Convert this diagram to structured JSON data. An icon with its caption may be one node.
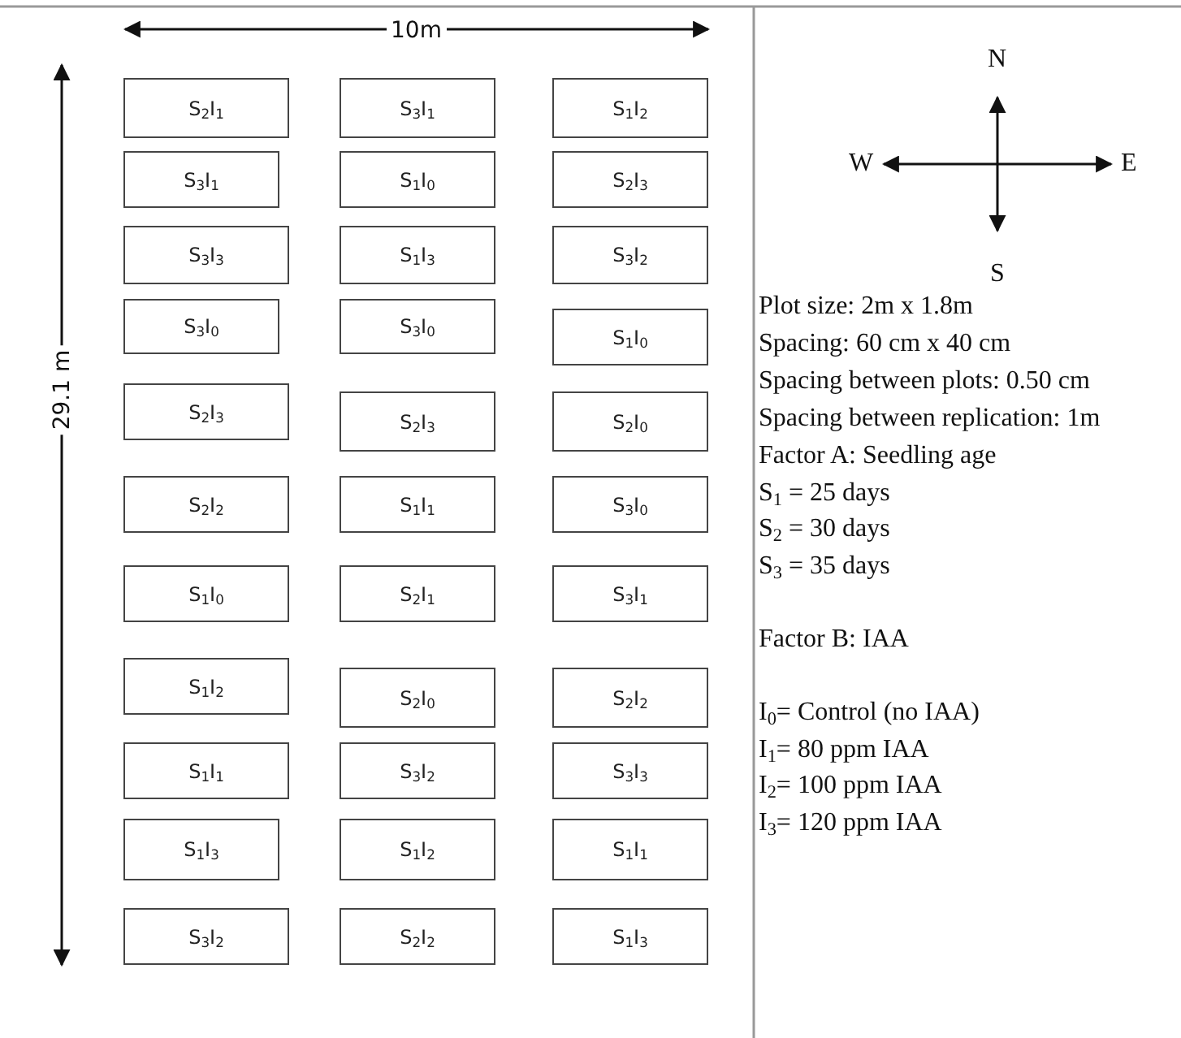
{
  "diagram": {
    "nodes": [
      {
        "text": [
          "S$_{2}$I$_{1}$"
        ]
      },
      {
        "text": [
          "S$_{3}$I$_{1}$"
        ]
      },
      {
        "text": [
          "S$_{1}$I$_{2}$"
        ]
      },
      {
        "text": [
          "S$_{3}$I$_{1}$"
        ]
      },
      {
        "text": [
          "S$_{1}$I$_{0}$"
        ]
      },
      {
        "text": [
          "S$_{2}$I$_{3}$"
        ]
      },
      {
        "text": [
          "S$_{3}$I$_{3}$"
        ]
      },
      {
        "text": [
          "S$_{1}$I$_{3}$"
        ]
      },
      {
        "text": [
          "S$_{3}$I$_{2}$"
        ]
      },
      {
        "text": [
          "S$_{3}$I$_{0}$"
        ]
      },
      {
        "text": [
          "S$_{3}$I$_{0}$"
        ]
      },
      {
        "text": [
          "S$_{1}$I$_{0}$"
        ]
      },
      {
        "text": [
          "S$_{2}$I$_{3}$"
        ]
      },
      {
        "text": [
          "S$_{2}$I$_{3}$"
        ]
      },
      {
        "text": [
          "S$_{2}$I$_{0}$"
        ]
      },
      {
        "text": [
          "S$_{2}$I$_{2}$"
        ]
      },
      {
        "text": [
          "S$_{1}$I$_{1}$"
        ]
      },
      {
        "text": [
          "S$_{3}$I$_{0}$"
        ]
      },
      {
        "text": [
          "S$_{1}$I$_{0}$"
        ]
      },
      {
        "text": [
          "S$_{2}$I$_{1}$"
        ]
      },
      {
        "text": [
          "S$_{3}$I$_{1}$"
        ]
      },
      {
        "text": [
          "S$_{1}$I$_{2}$"
        ]
      },
      {
        "text": [
          "S$_{2}$I$_{0}$"
        ]
      },
      {
        "text": [
          "S$_{2}$I$_{2}$"
        ]
      },
      {
        "text": [
          "S$_{1}$I$_{1}$"
        ]
      },
      {
        "text": [
          "S$_{3}$I$_{2}$"
        ]
      },
      {
        "text": [
          "S$_{3}$I$_{3}$"
        ]
      },
      {
        "text": [
          "S$_{1}$I$_{3}$"
        ]
      },
      {
        "text": [
          "S$_{1}$I$_{2}$"
        ]
      },
      {
        "text": [
          "S$_{1}$I$_{1}$"
        ]
      },
      {
        "text": [
          "S$_{3}$I$_{2}$"
        ]
      },
      {
        "text": [
          "S$_{2}$I$_{2}$"
        ]
      },
      {
        "text": [
          "S$_{1}$I$_{3}$"
        ]
      }
    ],
    "labels": [
      "10m",
      "29.1 m",
      "N",
      "W",
      "E",
      "S",
      "Plot size: 2m x 1.8m",
      "Spacing: 60 cm x 40 cm",
      "Spacing between plots: 0.50 cm",
      "Spacing between replication: 1m",
      "Factor A: Seedling age",
      "S$_{1}$ = 25 days",
      "S$_{2}$ = 30 days",
      "S$_{3}$ = 35 days",
      "Factor B: IAA",
      "I$_{0}$= Control (no IAA)",
      "I$_{1}$= 80 ppm IAA",
      "I$_{2}$= 100 ppm IAA",
      "I$_{3}$= 120 ppm IAA"
    ]
  }
}
